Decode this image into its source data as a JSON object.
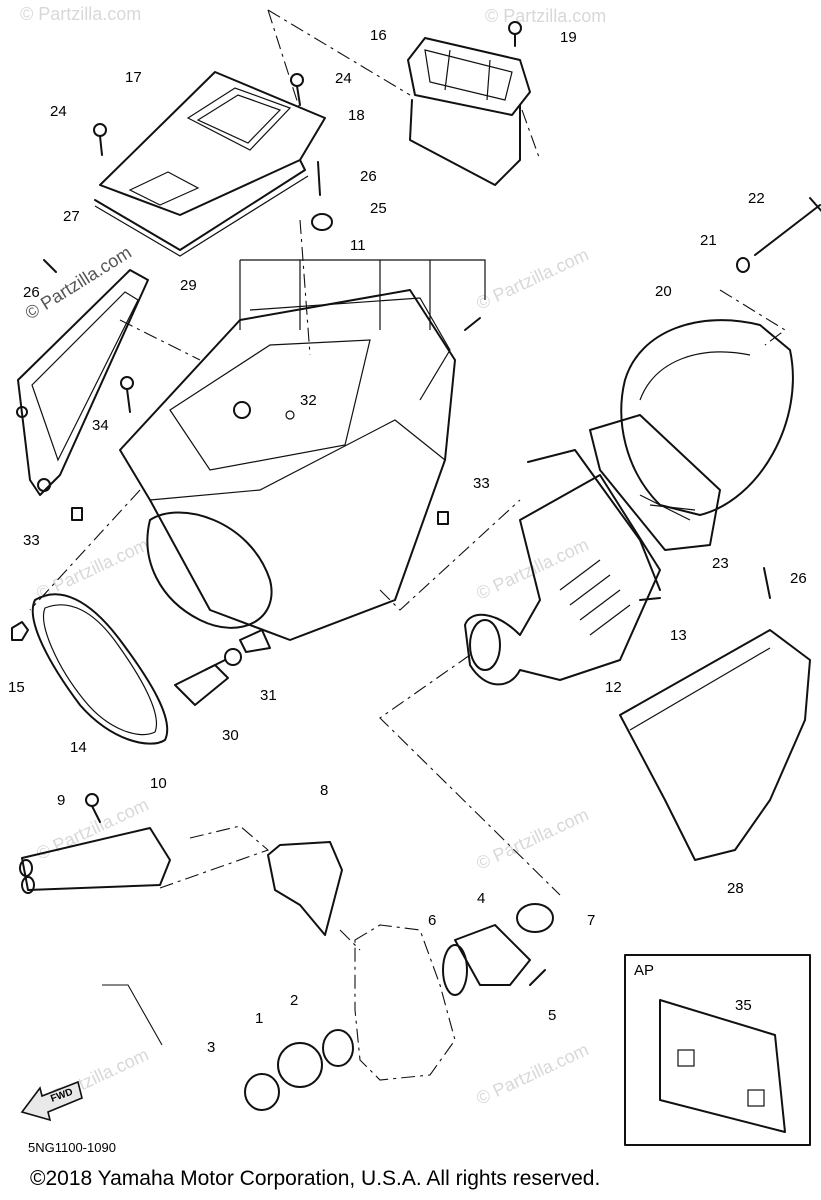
{
  "diagram": {
    "callouts": [
      {
        "n": "1"
      },
      {
        "n": "2"
      },
      {
        "n": "3"
      },
      {
        "n": "4"
      },
      {
        "n": "5"
      },
      {
        "n": "6"
      },
      {
        "n": "7"
      },
      {
        "n": "8"
      },
      {
        "n": "9"
      },
      {
        "n": "10"
      },
      {
        "n": "11"
      },
      {
        "n": "12"
      },
      {
        "n": "13"
      },
      {
        "n": "14"
      },
      {
        "n": "15"
      },
      {
        "n": "16"
      },
      {
        "n": "17"
      },
      {
        "n": "18"
      },
      {
        "n": "19"
      },
      {
        "n": "20"
      },
      {
        "n": "21"
      },
      {
        "n": "22"
      },
      {
        "n": "23"
      },
      {
        "n": "24"
      },
      {
        "n": "24"
      },
      {
        "n": "25"
      },
      {
        "n": "26"
      },
      {
        "n": "26"
      },
      {
        "n": "26"
      },
      {
        "n": "27"
      },
      {
        "n": "28"
      },
      {
        "n": "29"
      },
      {
        "n": "30"
      },
      {
        "n": "31"
      },
      {
        "n": "32"
      },
      {
        "n": "33"
      },
      {
        "n": "33"
      },
      {
        "n": "34"
      },
      {
        "n": "35"
      }
    ],
    "inset_label": "AP",
    "fwd_label": "FWD",
    "watermark": "© Partzilla.com",
    "part_code": "5NG1100-1090",
    "copyright": "©2018  Yamaha Motor Corporation, U.S.A. All rights reserved."
  }
}
